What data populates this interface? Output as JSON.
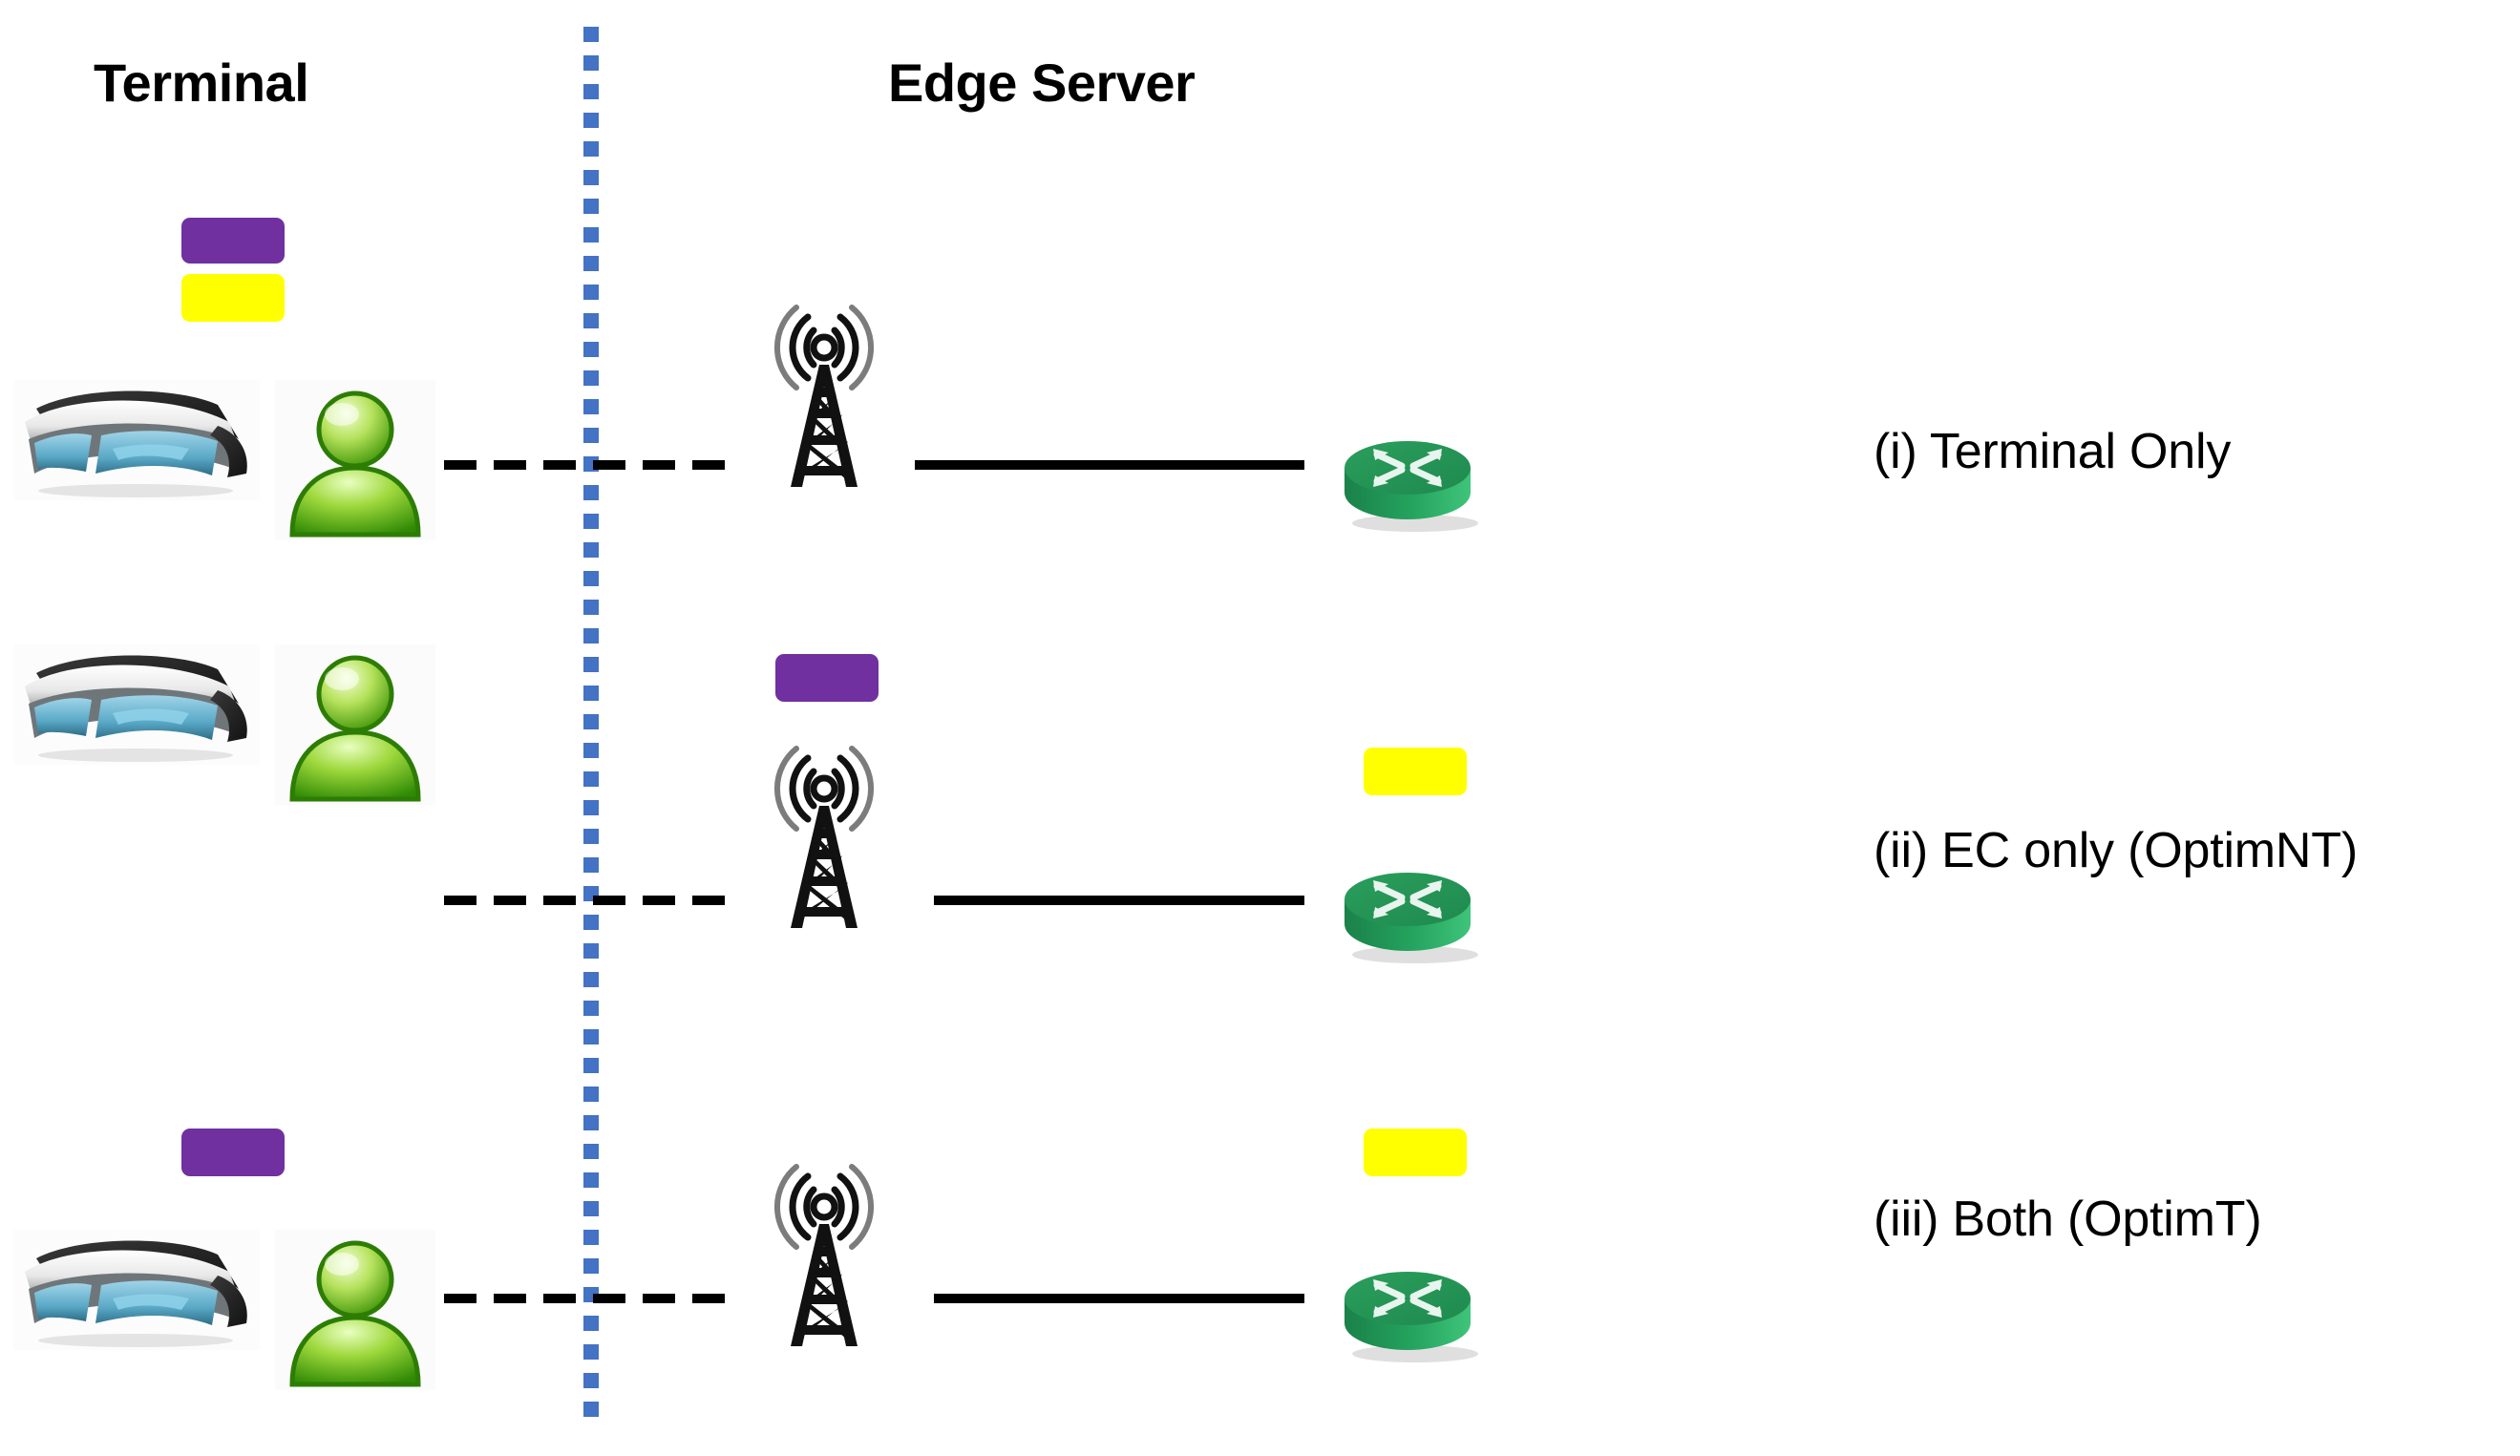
{
  "headings": {
    "terminal": "Terminal",
    "edge_server": "Edge Server"
  },
  "colors": {
    "purple_block": "#7030A0",
    "yellow_block": "#FFFF00",
    "divider_blue": "#4472C4",
    "router_green": "#22A05C",
    "router_green_dark": "#1E7E4B",
    "person_green": "#64C22A",
    "link_black": "#000000",
    "background": "#FFFFFF"
  },
  "divider": {
    "name": "terminal-edge-boundary",
    "style": "dotted",
    "orientation": "vertical"
  },
  "rows": [
    {
      "id": "row-1",
      "label": "(i) Terminal Only",
      "blocks_at_terminal": [
        "purple",
        "yellow"
      ],
      "blocks_at_tower": [],
      "blocks_at_router": [],
      "wireless_link": "dashed",
      "backhaul_link": "solid"
    },
    {
      "id": "row-2",
      "label": "(ii) EC only (OptimNT)",
      "blocks_at_terminal": [],
      "blocks_at_tower": [
        "purple"
      ],
      "blocks_at_router": [
        "yellow"
      ],
      "wireless_link": "dashed",
      "backhaul_link": "solid"
    },
    {
      "id": "row-3",
      "label": "(iii) Both (OptimT)",
      "blocks_at_terminal": [
        "purple"
      ],
      "blocks_at_tower": [],
      "blocks_at_router": [
        "yellow"
      ],
      "wireless_link": "dashed",
      "backhaul_link": "solid"
    }
  ],
  "icons": {
    "glasses": "ar-glasses-icon",
    "person": "user-avatar-icon",
    "tower": "cell-tower-icon",
    "router": "router-icon"
  }
}
